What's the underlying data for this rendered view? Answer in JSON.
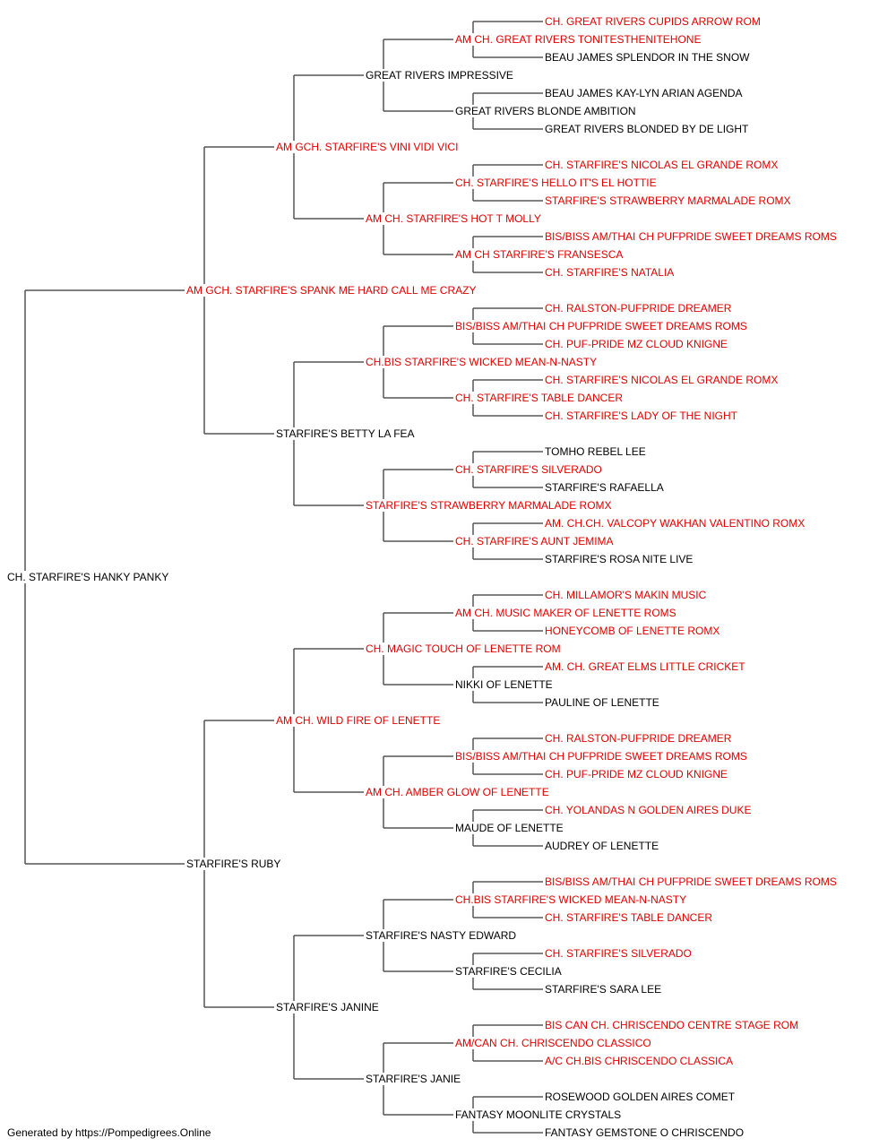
{
  "colors": {
    "champion": "#e00000",
    "normal": "#000000",
    "line": "#555555"
  },
  "pedigree": {
    "subject": {
      "name": "CH. STARFIRE'S HANKY PANKY",
      "champion": false
    },
    "sire": {
      "name": "AM GCH. STARFIRE'S SPANK ME HARD CALL ME CRAZY",
      "champion": true
    },
    "dam": {
      "name": "STARFIRE'S RUBY",
      "champion": false
    },
    "grandparents": [
      {
        "name": "AM GCH. STARFIRE'S VINI VIDI VICI",
        "champion": true
      },
      {
        "name": "STARFIRE'S BETTY LA FEA",
        "champion": false
      },
      {
        "name": "AM CH. WILD FIRE OF LENETTE",
        "champion": true
      },
      {
        "name": "STARFIRE'S JANINE",
        "champion": false
      }
    ],
    "great_grandparents": [
      {
        "name": "GREAT RIVERS IMPRESSIVE",
        "champion": false
      },
      {
        "name": "AM CH. STARFIRE'S HOT T MOLLY",
        "champion": true
      },
      {
        "name": "CH.BIS STARFIRE'S WICKED MEAN-N-NASTY",
        "champion": true
      },
      {
        "name": "STARFIRE'S STRAWBERRY MARMALADE ROMX",
        "champion": true
      },
      {
        "name": "CH. MAGIC TOUCH OF LENETTE ROM",
        "champion": true
      },
      {
        "name": "AM CH. AMBER GLOW OF LENETTE",
        "champion": true
      },
      {
        "name": "STARFIRE'S NASTY EDWARD",
        "champion": false
      },
      {
        "name": "STARFIRE'S JANIE",
        "champion": false
      }
    ],
    "gen4": [
      {
        "name": "AM CH. GREAT RIVERS TONITESTHENITEHONE",
        "champion": true
      },
      {
        "name": "GREAT RIVERS BLONDE AMBITION",
        "champion": false
      },
      {
        "name": "CH. STARFIRE'S HELLO IT'S EL HOTTIE",
        "champion": true
      },
      {
        "name": "AM CH STARFIRE'S FRANSESCA",
        "champion": true
      },
      {
        "name": "BIS/BISS AM/THAI CH PUFPRIDE SWEET DREAMS ROMS",
        "champion": true
      },
      {
        "name": "CH. STARFIRE'S TABLE DANCER",
        "champion": true
      },
      {
        "name": "CH. STARFIRE'S SILVERADO",
        "champion": true
      },
      {
        "name": "CH. STARFIRE'S AUNT JEMIMA",
        "champion": true
      },
      {
        "name": "AM CH. MUSIC MAKER OF LENETTE ROMS",
        "champion": true
      },
      {
        "name": "NIKKI OF LENETTE",
        "champion": false
      },
      {
        "name": "BIS/BISS AM/THAI CH PUFPRIDE SWEET DREAMS ROMS",
        "champion": true
      },
      {
        "name": "MAUDE OF LENETTE",
        "champion": false
      },
      {
        "name": "CH.BIS STARFIRE'S WICKED MEAN-N-NASTY",
        "champion": true
      },
      {
        "name": "STARFIRE'S CECILIA",
        "champion": false
      },
      {
        "name": "AM/CAN CH. CHRISCENDO CLASSICO",
        "champion": true
      },
      {
        "name": "FANTASY MOONLITE CRYSTALS",
        "champion": false
      }
    ],
    "gen5": [
      {
        "name": "CH. GREAT RIVERS CUPIDS ARROW ROM",
        "champion": true
      },
      {
        "name": "BEAU JAMES SPLENDOR IN THE SNOW",
        "champion": false
      },
      {
        "name": "BEAU JAMES KAY-LYN ARIAN AGENDA",
        "champion": false
      },
      {
        "name": "GREAT RIVERS BLONDED BY DE LIGHT",
        "champion": false
      },
      {
        "name": "CH. STARFIRE'S NICOLAS EL GRANDE ROMX",
        "champion": true
      },
      {
        "name": "STARFIRE'S STRAWBERRY MARMALADE ROMX",
        "champion": true
      },
      {
        "name": "BIS/BISS AM/THAI CH PUFPRIDE SWEET DREAMS ROMS",
        "champion": true
      },
      {
        "name": "CH. STARFIRE'S NATALIA",
        "champion": true
      },
      {
        "name": "CH. RALSTON-PUFPRIDE DREAMER",
        "champion": true
      },
      {
        "name": "CH. PUF-PRIDE MZ CLOUD KNIGNE",
        "champion": true
      },
      {
        "name": "CH. STARFIRE'S NICOLAS EL GRANDE ROMX",
        "champion": true
      },
      {
        "name": "CH. STARFIRE'S LADY OF THE NIGHT",
        "champion": true
      },
      {
        "name": "TOMHO REBEL LEE",
        "champion": false
      },
      {
        "name": "STARFIRE'S RAFAELLA",
        "champion": false
      },
      {
        "name": "AM. CH.CH. VALCOPY WAKHAN VALENTINO ROMX",
        "champion": true
      },
      {
        "name": "STARFIRE'S ROSA NITE LIVE",
        "champion": false
      },
      {
        "name": "CH. MILLAMOR'S MAKIN MUSIC",
        "champion": true
      },
      {
        "name": "HONEYCOMB OF LENETTE ROMX",
        "champion": true
      },
      {
        "name": "AM. CH. GREAT ELMS LITTLE CRICKET",
        "champion": true
      },
      {
        "name": "PAULINE OF LENETTE",
        "champion": false
      },
      {
        "name": "CH. RALSTON-PUFPRIDE DREAMER",
        "champion": true
      },
      {
        "name": "CH. PUF-PRIDE MZ CLOUD KNIGNE",
        "champion": true
      },
      {
        "name": "CH. YOLANDAS N GOLDEN AIRES DUKE",
        "champion": true
      },
      {
        "name": "AUDREY OF LENETTE",
        "champion": false
      },
      {
        "name": "BIS/BISS AM/THAI CH PUFPRIDE SWEET DREAMS ROMS",
        "champion": true
      },
      {
        "name": "CH. STARFIRE'S TABLE DANCER",
        "champion": true
      },
      {
        "name": "CH. STARFIRE'S SILVERADO",
        "champion": true
      },
      {
        "name": "STARFIRE'S SARA LEE",
        "champion": false
      },
      {
        "name": "BIS CAN CH. CHRISCENDO CENTRE STAGE ROM",
        "champion": true
      },
      {
        "name": "A/C CH.BIS CHRISCENDO CLASSICA",
        "champion": true
      },
      {
        "name": "ROSEWOOD GOLDEN AIRES COMET",
        "champion": false
      },
      {
        "name": "FANTASY GEMSTONE O CHRISCENDO",
        "champion": false
      }
    ]
  },
  "footer": "Generated by https://Pompedigrees.Online"
}
